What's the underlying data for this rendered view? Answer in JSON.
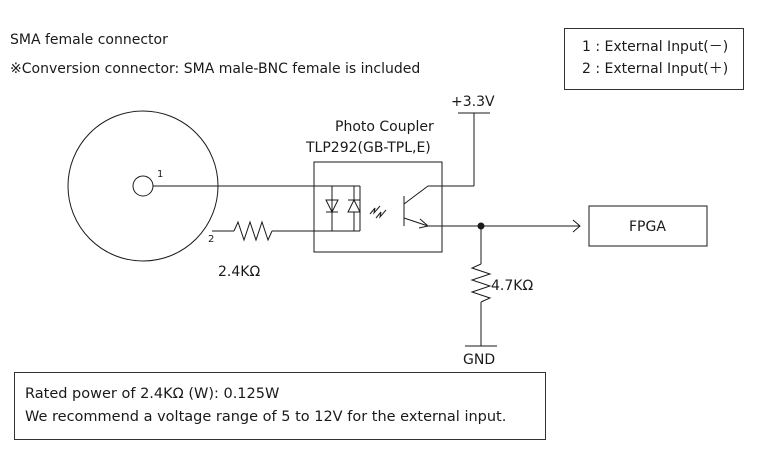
{
  "header": {
    "connector_title": "SMA female connector",
    "conversion_note": "※Conversion connector: SMA male-BNC female is included"
  },
  "legend": {
    "pin1": "1 : External Input(－)",
    "pin2": "2 : External Input(＋)"
  },
  "circuit": {
    "pin1_label": "1",
    "pin2_label": "2",
    "resistor_in": "2.4KΩ",
    "coupler_title": "Photo Coupler",
    "coupler_part": "TLP292(GB-TPL,E)",
    "supply": "+3.3V",
    "output_block": "FPGA",
    "pulldown_resistor": "4.7KΩ",
    "ground": "GND"
  },
  "note": {
    "line1": "Rated power of 2.4KΩ (W): 0.125W",
    "line2": "We recommend a voltage range of 5 to 12V for the external input."
  }
}
